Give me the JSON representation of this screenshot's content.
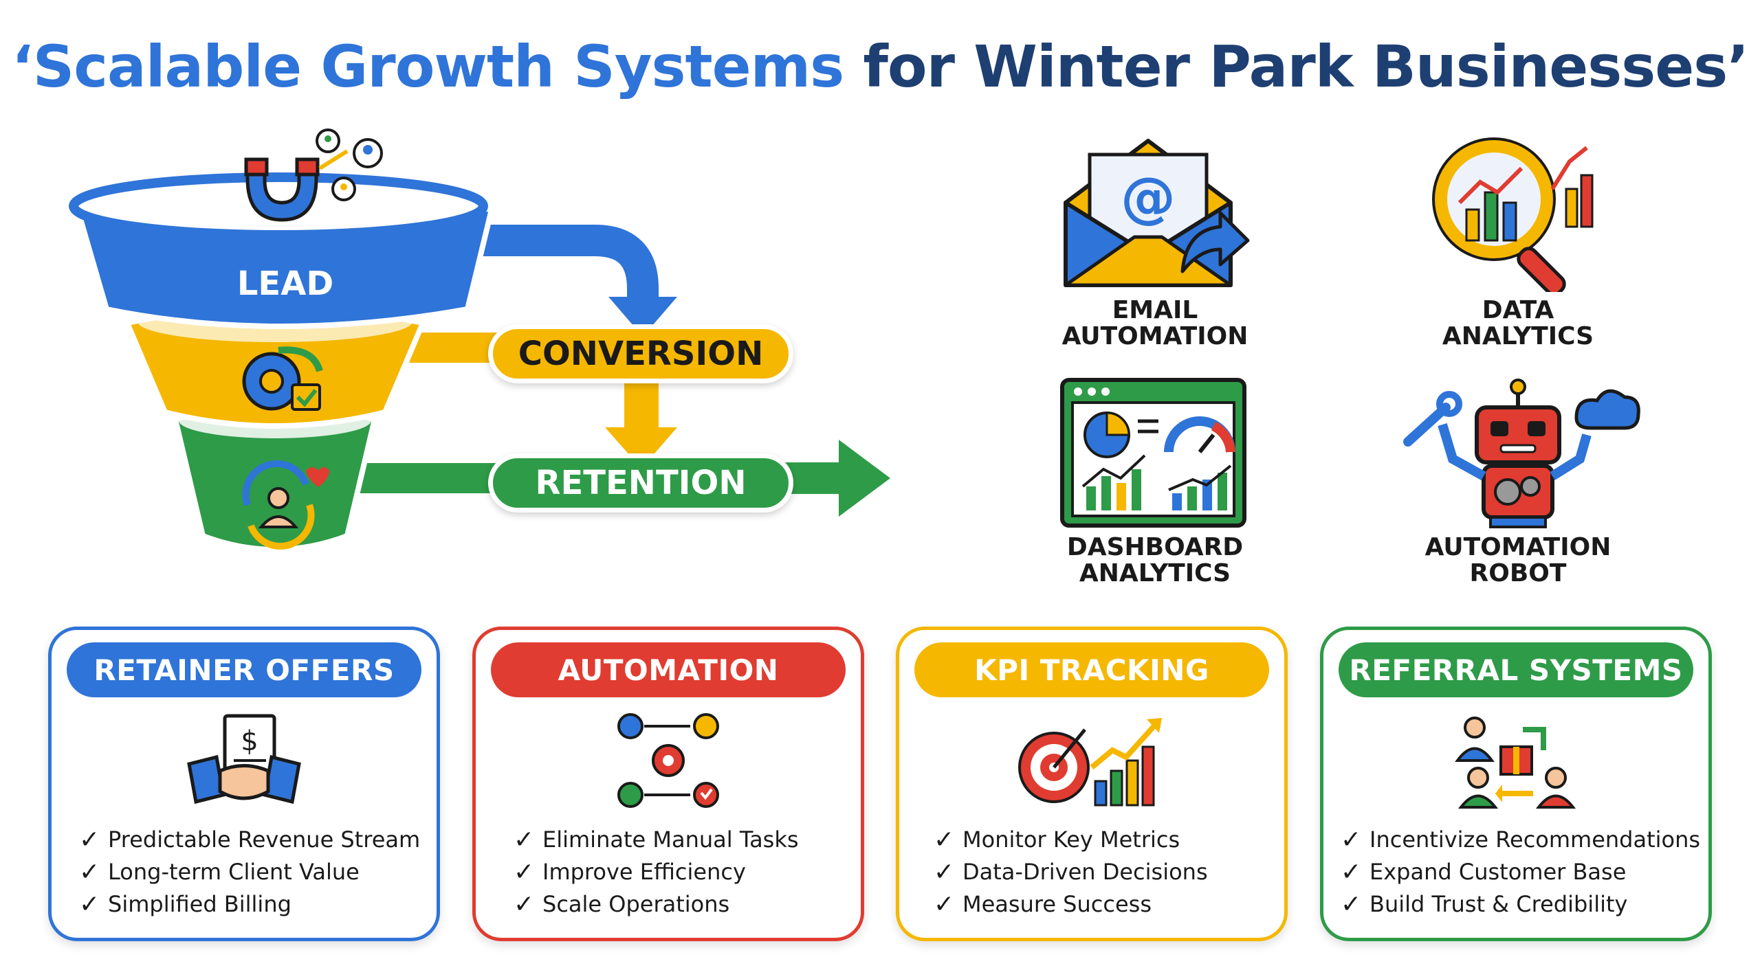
{
  "title": {
    "part1": "‘Scalable Growth Systems",
    "part2": " for Winter Park Businesses’"
  },
  "funnel": {
    "stages": [
      {
        "label": "LEAD",
        "color": "#2f74d8"
      },
      {
        "label": "CONVERSION",
        "color": "#f5b700"
      },
      {
        "label": "RETENTION",
        "color": "#2e9b48"
      }
    ]
  },
  "tools": [
    {
      "label": "EMAIL\nAUTOMATION",
      "icon": "email-envelope-icon"
    },
    {
      "label": "DATA\nANALYTICS",
      "icon": "magnifier-chart-icon"
    },
    {
      "label": "DASHBOARD\nANALYTICS",
      "icon": "dashboard-window-icon"
    },
    {
      "label": "AUTOMATION\nROBOT",
      "icon": "robot-icon"
    }
  ],
  "cards": [
    {
      "title": "RETAINER OFFERS",
      "color": "#2f74d8",
      "icon": "handshake-invoice-icon",
      "items": [
        "Predictable Revenue Stream",
        "Long-term Client Value",
        "Simplified Billing"
      ]
    },
    {
      "title": "AUTOMATION",
      "color": "#e03c31",
      "icon": "workflow-gear-icon",
      "items": [
        "Eliminate Manual Tasks",
        "Improve Efficiency",
        "Scale Operations"
      ]
    },
    {
      "title": "KPI TRACKING",
      "color": "#f5b700",
      "icon": "target-growth-chart-icon",
      "items": [
        "Monitor Key Metrics",
        "Data-Driven Decisions",
        "Measure Success"
      ]
    },
    {
      "title": "REFERRAL SYSTEMS",
      "color": "#2e9b48",
      "icon": "referral-gift-icon",
      "items": [
        "Incentivize Recommendations",
        "Expand Customer Base",
        "Build Trust & Credibility"
      ]
    }
  ],
  "check_mark": "✓"
}
